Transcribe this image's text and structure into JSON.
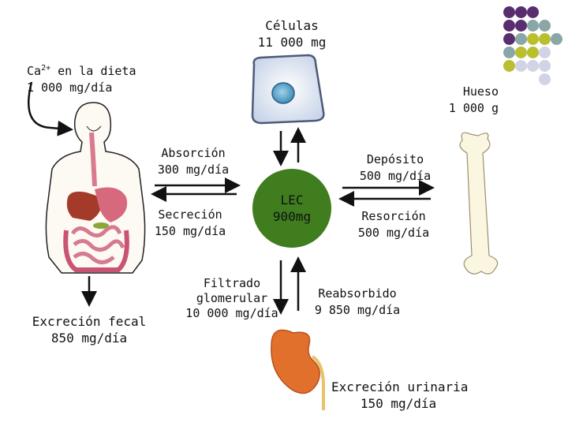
{
  "labels": {
    "cells": {
      "title": "Células",
      "value": "11 000 mg"
    },
    "diet": {
      "title_main": "Ca",
      "title_sup": "2+",
      "title_rest": " en la dieta",
      "value": "1 000 mg/día"
    },
    "bone": {
      "title": "Hueso",
      "value": "1 000 g"
    },
    "absorption": {
      "title": "Absorción",
      "value": "300 mg/día"
    },
    "secretion": {
      "title": "Secreción",
      "value": "150 mg/día"
    },
    "deposit": {
      "title": "Depósito",
      "value": "500 mg/día"
    },
    "resorption": {
      "title": "Resorción",
      "value": "500 mg/día"
    },
    "lec": {
      "title": "LEC",
      "value": "900mg"
    },
    "fecal": {
      "title": "Excreción fecal",
      "value": "850 mg/día"
    },
    "filtrate": {
      "title": "Filtrado",
      "title2": "glomerular",
      "value": "10 000 mg/día"
    },
    "reabsorbed": {
      "title": "Reabsorbido",
      "value": "9 850 mg/día"
    },
    "urinary": {
      "title": "Excreción urinaria",
      "value": "150 mg/día"
    }
  },
  "colors": {
    "lec_fill": "#3f7d1e",
    "dot_purple": "#5a2e6e",
    "dot_teal": "#8aa6a7",
    "dot_olive": "#b9bf2f",
    "dot_lavender": "#d3d3e6",
    "kidney": "#e0702c",
    "bone": "#fbf6df"
  },
  "dots_grid": [
    [
      "purple",
      "purple",
      "purple",
      "",
      ""
    ],
    [
      "purple",
      "purple",
      "teal",
      "teal",
      ""
    ],
    [
      "purple",
      "teal",
      "olive",
      "olive",
      "teal"
    ],
    [
      "teal",
      "olive",
      "olive",
      "lavender",
      ""
    ],
    [
      "olive",
      "lavender",
      "lavender",
      "lavender",
      ""
    ],
    [
      "",
      "",
      "",
      "lavender",
      ""
    ]
  ]
}
